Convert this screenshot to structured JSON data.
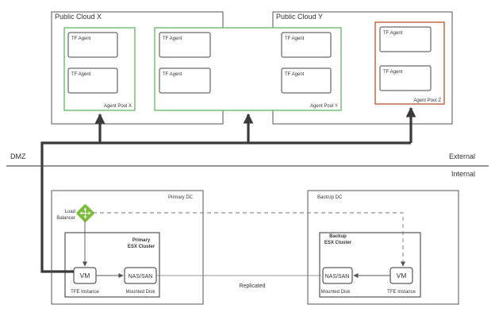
{
  "clouds": {
    "x": {
      "title": "Public Cloud X"
    },
    "y": {
      "title": "Public Cloud Y"
    }
  },
  "pools": {
    "x": {
      "label": "Agent Pool X",
      "agents": [
        "TF Agent",
        "TF Agent"
      ]
    },
    "y": {
      "label": "Agent Pool Y",
      "agents": [
        "TF Agent",
        "TF Agent",
        "TF Agent",
        "TF Agent"
      ]
    },
    "z": {
      "label": "Agent Pool Z",
      "agents": [
        "TF Agent",
        "TF Agent"
      ]
    }
  },
  "zones": {
    "dmz": "DMZ",
    "external": "External",
    "internal": "Internal"
  },
  "datacenters": {
    "primary": {
      "title": "Primary DC",
      "cluster_line1": "Primary",
      "cluster_line2": "ESX Cluster",
      "vm_label": "VM",
      "vm_caption": "TFE Instance",
      "storage_label": "NAS/SAN",
      "storage_caption": "Mounted Disk"
    },
    "backup": {
      "title": "BackUp DC",
      "cluster_line1": "Backup",
      "cluster_line2": "ESX Cluster",
      "vm_label": "VM",
      "vm_caption": "TFE Instance",
      "storage_label": "NAS/SAN",
      "storage_caption": "Mounted Disk"
    }
  },
  "load_balancer": {
    "line1": "Load",
    "line2": "Balancer"
  },
  "replicated_label": "Replicated",
  "colors": {
    "agent_pool_green": "#5fb85f",
    "agent_pool_z_orange": "#b8552c",
    "load_balancer_green": "#7cbd3b",
    "connector_dark": "#3a3a3a"
  }
}
